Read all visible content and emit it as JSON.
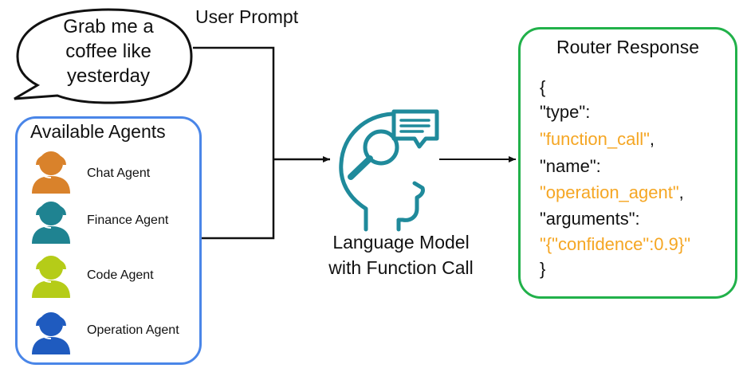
{
  "user_prompt": {
    "label": "User Prompt",
    "bubble_lines": [
      "Grab me a",
      "coffee like",
      "yesterday"
    ]
  },
  "agents": {
    "title": "Available Agents",
    "items": [
      {
        "label": "Chat Agent",
        "color": "#d9822b"
      },
      {
        "label": "Finance Agent",
        "color": "#1f8391"
      },
      {
        "label": "Code Agent",
        "color": "#b5cc18"
      },
      {
        "label": "Operation Agent",
        "color": "#1f5bbf"
      }
    ]
  },
  "model": {
    "lines": [
      "Language Model",
      "with Function Call"
    ],
    "icon": "head-search-chat-icon",
    "icon_color": "#1f8a9b"
  },
  "router": {
    "title": "Router Response",
    "json_lines": [
      {
        "text": "{",
        "style": "plain"
      },
      {
        "text": "\"type\":",
        "style": "plain"
      },
      {
        "text": "\"function_call\"",
        "suffix": ",",
        "style": "value"
      },
      {
        "text": "\"name\":",
        "style": "plain"
      },
      {
        "text": "\"operation_agent\"",
        "suffix": ",",
        "style": "value"
      },
      {
        "text": "\"arguments\":",
        "style": "plain"
      },
      {
        "text": "\"{\"confidence\":0.9}\"",
        "style": "value"
      },
      {
        "text": "}",
        "style": "plain"
      }
    ],
    "border_color": "#21b14a",
    "value_color": "#f5a623"
  }
}
